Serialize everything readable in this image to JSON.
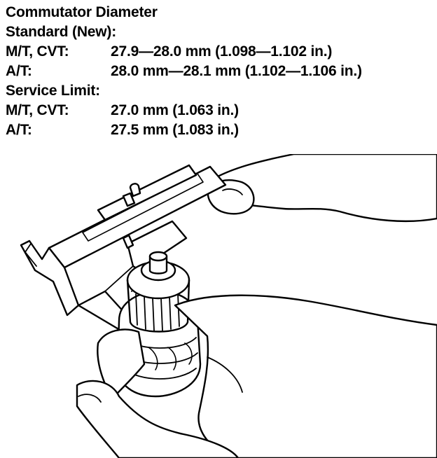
{
  "title": "Commutator Diameter",
  "standard": {
    "heading": "Standard (New):",
    "rows": [
      {
        "label": "M/T, CVT:",
        "value": "27.9—28.0 mm (1.098—1.102 in.)"
      },
      {
        "label": "A/T:",
        "value": "28.0 mm—28.1 mm (1.102—1.106 in.)"
      }
    ]
  },
  "service_limit": {
    "heading": "Service Limit:",
    "rows": [
      {
        "label": "M/T, CVT:",
        "value": "27.0 mm (1.063 in.)"
      },
      {
        "label": "A/T:",
        "value": "27.5 mm (1.083 in.)"
      }
    ]
  }
}
